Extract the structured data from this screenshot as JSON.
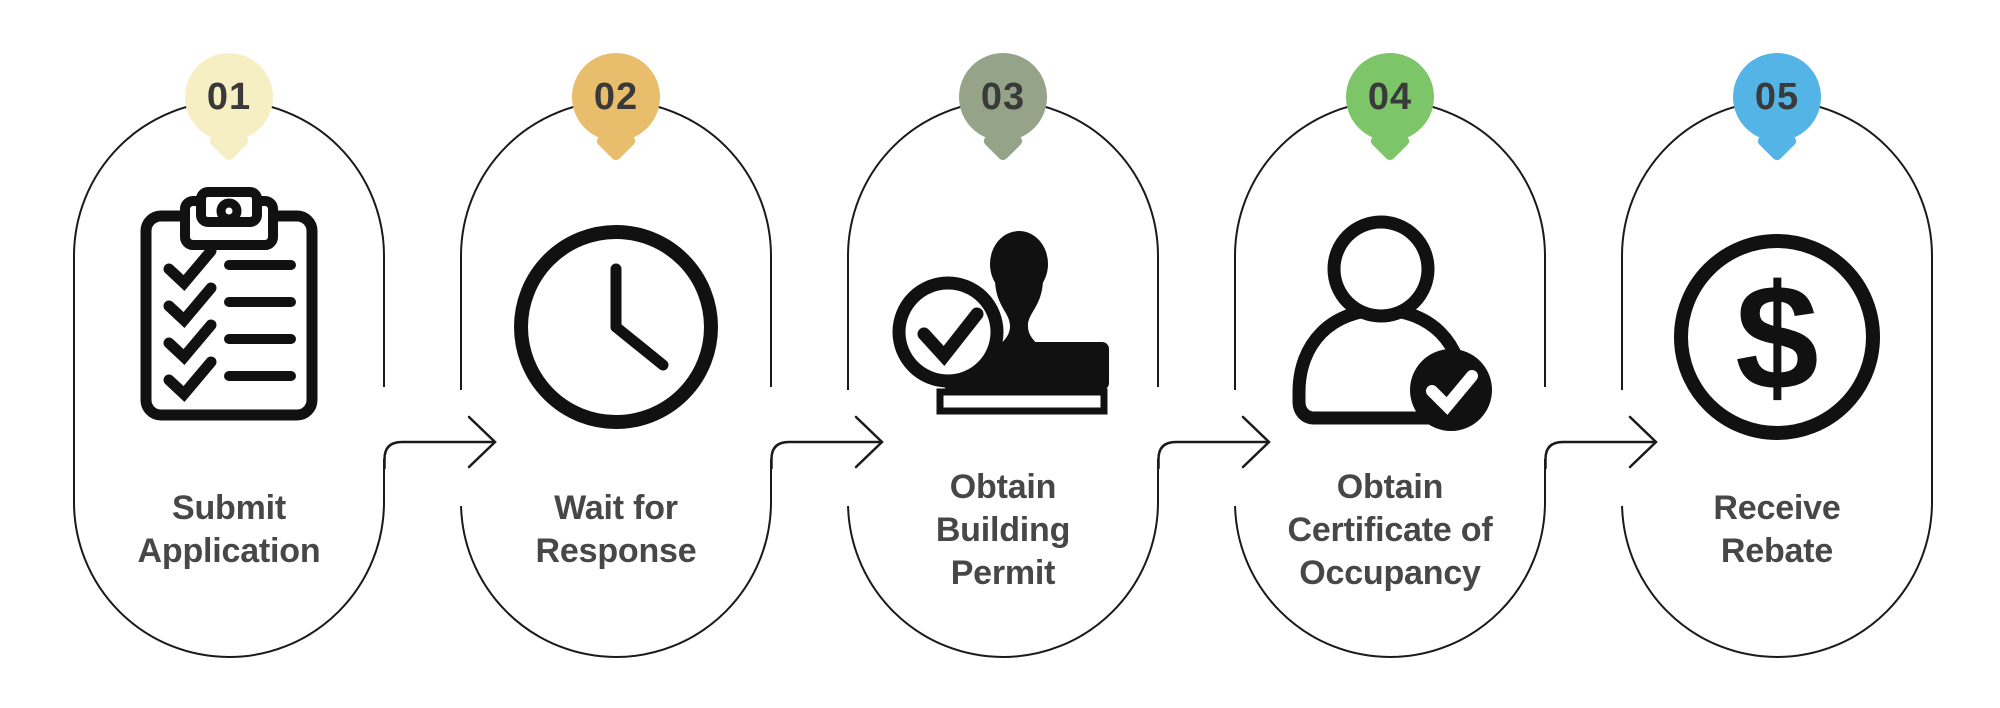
{
  "diagram": {
    "type": "process-flow",
    "background": "#ffffff",
    "outline_color": "#1a1a1a",
    "icon_color": "#111111",
    "label_color": "#474747",
    "number_color": "#3a3a3a",
    "steps": [
      {
        "number": "01",
        "label": "Submit\nApplication",
        "badge_color": "#f7efc4",
        "icon": "clipboard-checklist"
      },
      {
        "number": "02",
        "label": "Wait for\nResponse",
        "badge_color": "#e8bd6c",
        "icon": "clock"
      },
      {
        "number": "03",
        "label": "Obtain\nBuilding\nPermit",
        "badge_color": "#95a389",
        "icon": "approval-stamp"
      },
      {
        "number": "04",
        "label": "Obtain\nCertificate of\nOccupancy",
        "badge_color": "#7cc568",
        "icon": "person-check"
      },
      {
        "number": "05",
        "label": "Receive\nRebate",
        "badge_color": "#55b4e6",
        "icon": "dollar-circle"
      }
    ]
  }
}
